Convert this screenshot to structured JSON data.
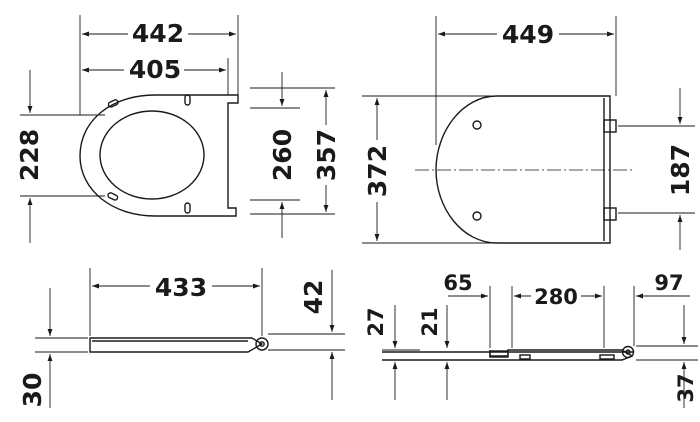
{
  "dimensions": {
    "top_view_overall_width": "442",
    "top_view_inner_width": "405",
    "top_view_height_left": "228",
    "top_view_height_inner": "260",
    "top_view_height_outer": "357",
    "lid_width": "449",
    "lid_length": "372",
    "hinge_spacing": "187",
    "side_seat_length": "433",
    "side_hinge_height": "42",
    "side_seat_thickness": "30",
    "detail_offset": "65",
    "detail_span": "280",
    "detail_end": "97",
    "detail_height_left": "27",
    "detail_height_inner": "21",
    "detail_height_right": "37"
  }
}
